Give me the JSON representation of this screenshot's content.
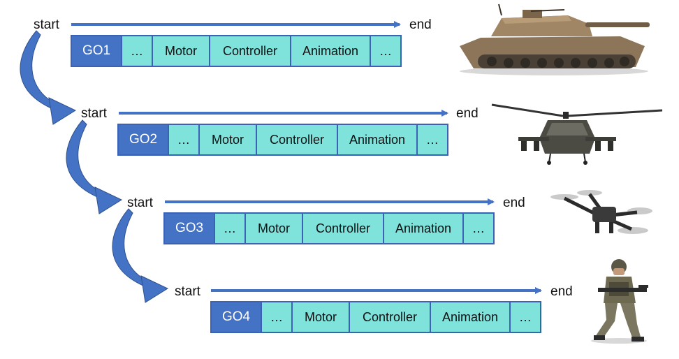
{
  "colors": {
    "arrow": "#4472c4",
    "go_cell": "#4472c4",
    "cell": "#7fe3dc",
    "border": "#3b62b5"
  },
  "rows": [
    {
      "start": "start",
      "end": "end",
      "cells": [
        "GO1",
        "…",
        "Motor",
        "Controller",
        "Animation",
        "…"
      ],
      "image": "tank-image"
    },
    {
      "start": "start",
      "end": "end",
      "cells": [
        "GO2",
        "…",
        "Motor",
        "Controller",
        "Animation",
        "…"
      ],
      "image": "helicopter-image"
    },
    {
      "start": "start",
      "end": "end",
      "cells": [
        "GO3",
        "…",
        "Motor",
        "Controller",
        "Animation",
        "…"
      ],
      "image": "drone-image"
    },
    {
      "start": "start",
      "end": "end",
      "cells": [
        "GO4",
        "…",
        "Motor",
        "Controller",
        "Animation",
        "…"
      ],
      "image": "soldier-image"
    }
  ]
}
